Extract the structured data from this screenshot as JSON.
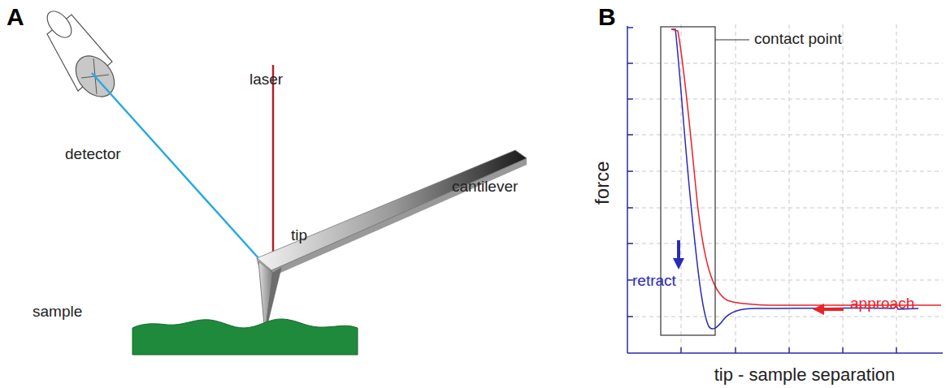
{
  "diagram": {
    "labels": [
      "A",
      "detector",
      "laser",
      "cantilever",
      "tip",
      "sample",
      "B",
      "force",
      "contact point",
      "retract",
      "approach",
      "tip - sample separation"
    ]
  }
}
